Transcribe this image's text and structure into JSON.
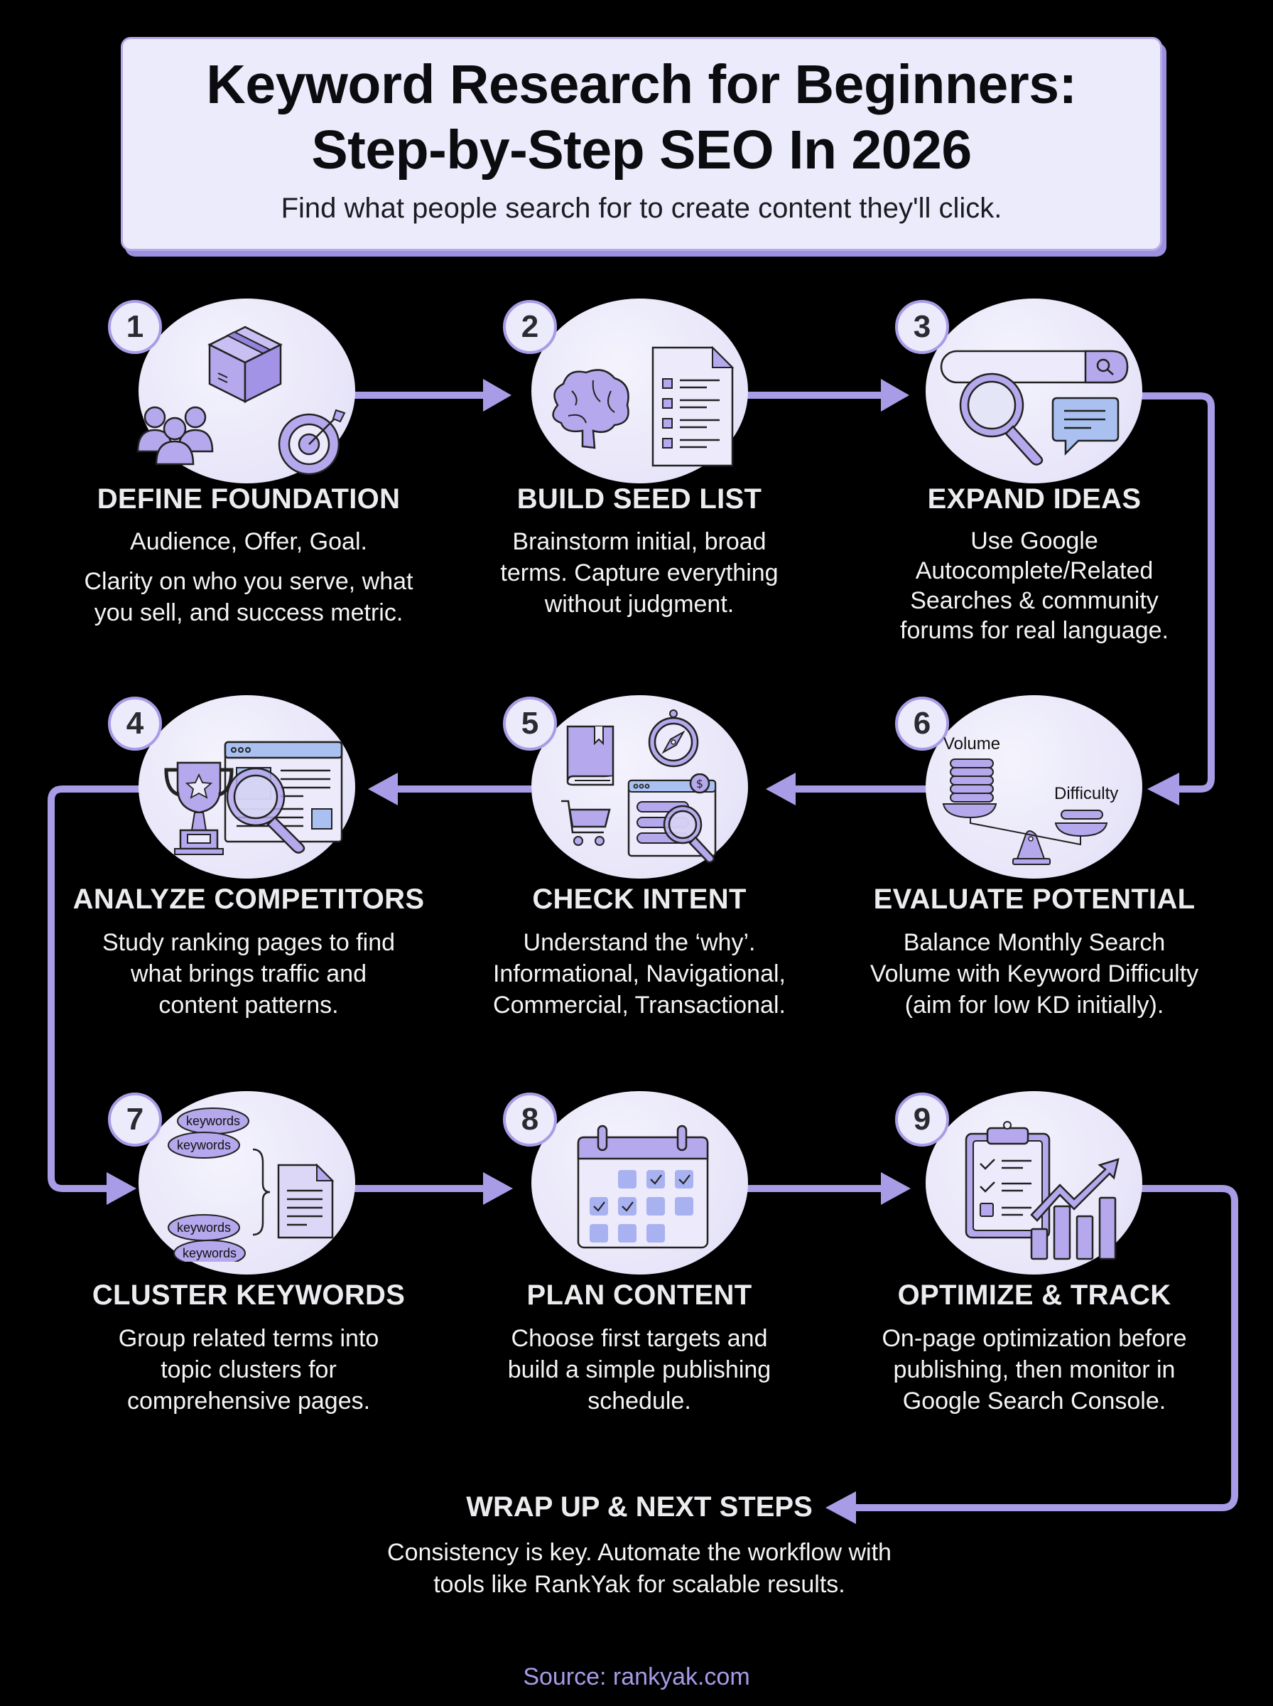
{
  "header": {
    "title_line1": "Keyword Research for Beginners:",
    "title_line2": "Step-by-Step SEO In 2026",
    "subtitle": "Find what people search for to create content they'll click."
  },
  "colors": {
    "background": "#000000",
    "accent": "#a99ce6",
    "card": "#ecebfb",
    "icon_fill": "#b5a8ec",
    "icon_blue": "#a9c0f0",
    "source_text": "#a79be8"
  },
  "steps": [
    {
      "number": "1",
      "title": "DEFINE FOUNDATION",
      "desc_lines": [
        "Audience, Offer, Goal.",
        "Clarity on who you serve, what",
        "you sell, and success metric."
      ],
      "icons": [
        "package-box-icon",
        "audience-people-icon",
        "target-dart-icon"
      ]
    },
    {
      "number": "2",
      "title": "BUILD SEED LIST",
      "desc_lines": [
        "Brainstorm initial, broad",
        "terms. Capture everything",
        "without judgment."
      ],
      "icons": [
        "brain-icon",
        "checklist-document-icon"
      ]
    },
    {
      "number": "3",
      "title": "EXPAND IDEAS",
      "desc_lines": [
        "Use Google",
        "Autocomplete/Related",
        "Searches & community",
        "forums for real language."
      ],
      "icons": [
        "search-bar-icon",
        "magnifier-icon",
        "chat-bubble-icon"
      ]
    },
    {
      "number": "4",
      "title": "ANALYZE COMPETITORS",
      "desc_lines": [
        "Study ranking pages to find",
        "what brings traffic and",
        "content patterns."
      ],
      "icons": [
        "trophy-icon",
        "browser-window-icon",
        "magnifier-icon"
      ]
    },
    {
      "number": "5",
      "title": "CHECK INTENT",
      "desc_lines": [
        "Understand the ‘why’.",
        "Informational, Navigational,",
        "Commercial, Transactional."
      ],
      "icons": [
        "book-icon",
        "compass-icon",
        "shopping-cart-icon",
        "dollar-coin-icon",
        "search-results-icon"
      ]
    },
    {
      "number": "6",
      "title": "EVALUATE POTENTIAL",
      "desc_lines": [
        "Balance Monthly Search",
        "Volume with Keyword Difficulty",
        "(aim for low KD initially)."
      ],
      "icons": [
        "balance-scale-icon"
      ],
      "icon_labels": {
        "left": "Volume",
        "right": "Difficulty"
      }
    },
    {
      "number": "7",
      "title": "CLUSTER KEYWORDS",
      "desc_lines": [
        "Group related terms into",
        "topic clusters for",
        "comprehensive pages."
      ],
      "icons": [
        "keyword-cloud-icon",
        "document-icon"
      ],
      "cloud_label": "keywords"
    },
    {
      "number": "8",
      "title": "PLAN CONTENT",
      "desc_lines": [
        "Choose first targets and",
        "build a simple publishing",
        "schedule."
      ],
      "icons": [
        "calendar-icon"
      ]
    },
    {
      "number": "9",
      "title": "OPTIMIZE & TRACK",
      "desc_lines": [
        "On-page optimization before",
        "publishing, then monitor in",
        "Google Search Console."
      ],
      "icons": [
        "clipboard-checklist-icon",
        "growth-chart-icon"
      ]
    }
  ],
  "wrap_up": {
    "title": "WRAP UP & NEXT STEPS",
    "desc_lines": [
      "Consistency is key. Automate the workflow with",
      "tools like RankYak for scalable results."
    ]
  },
  "source": "Source: rankyak.com"
}
